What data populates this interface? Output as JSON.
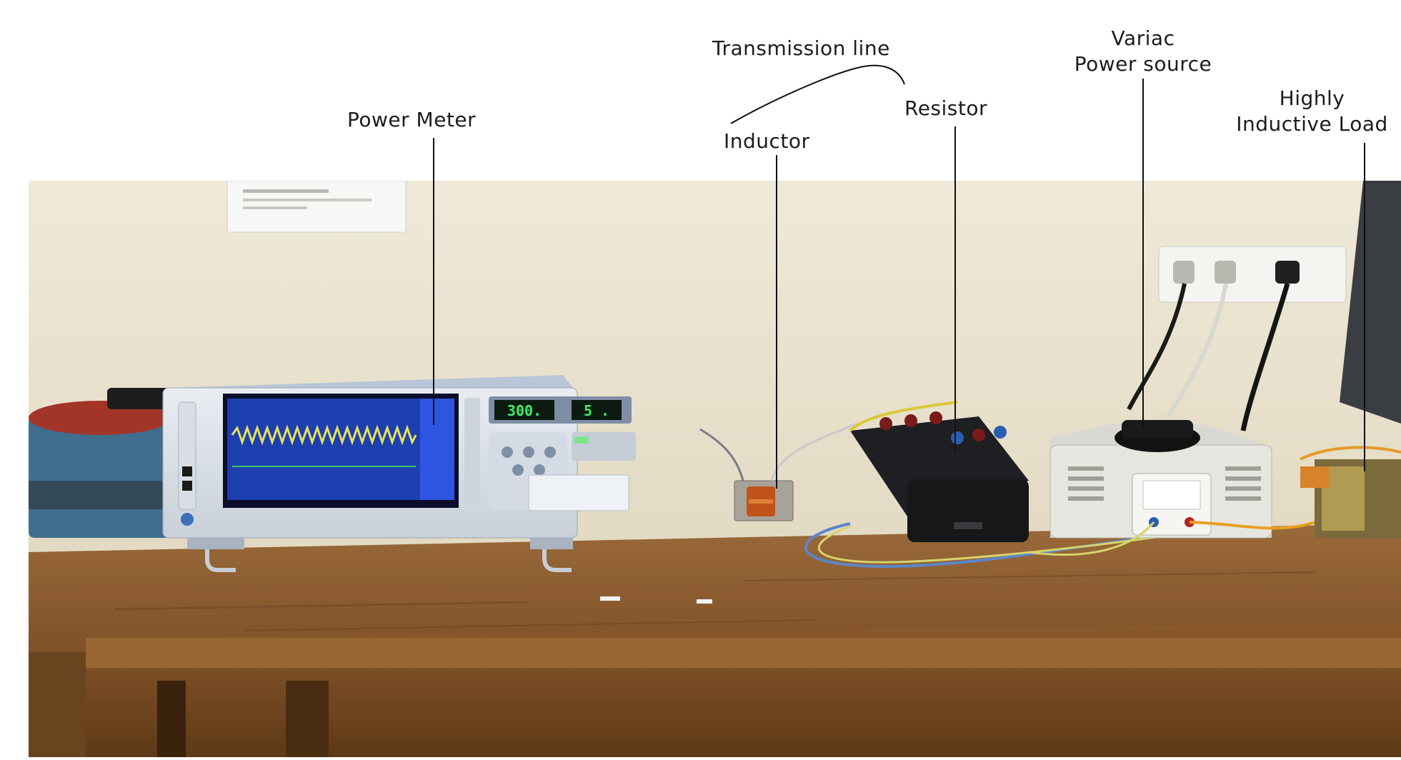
{
  "labels": {
    "power_meter": "Power Meter",
    "transmission_line": "Transmission line",
    "inductor": "Inductor",
    "resistor": "Resistor",
    "variac_line1": "Variac",
    "variac_line2": "Power source",
    "load_line1": "Highly",
    "load_line2": "Inductive Load"
  },
  "meter_display": {
    "voltage_reading": "300.",
    "current_reading": "5 ."
  },
  "colors": {
    "wall": "#ece6d4",
    "table_wood": "#8a5a2e",
    "meter_body": "#dfe4ea",
    "screen_blue": "#1e3fb0",
    "waveform": "#e7e35a",
    "led_green": "#3cf06a"
  }
}
